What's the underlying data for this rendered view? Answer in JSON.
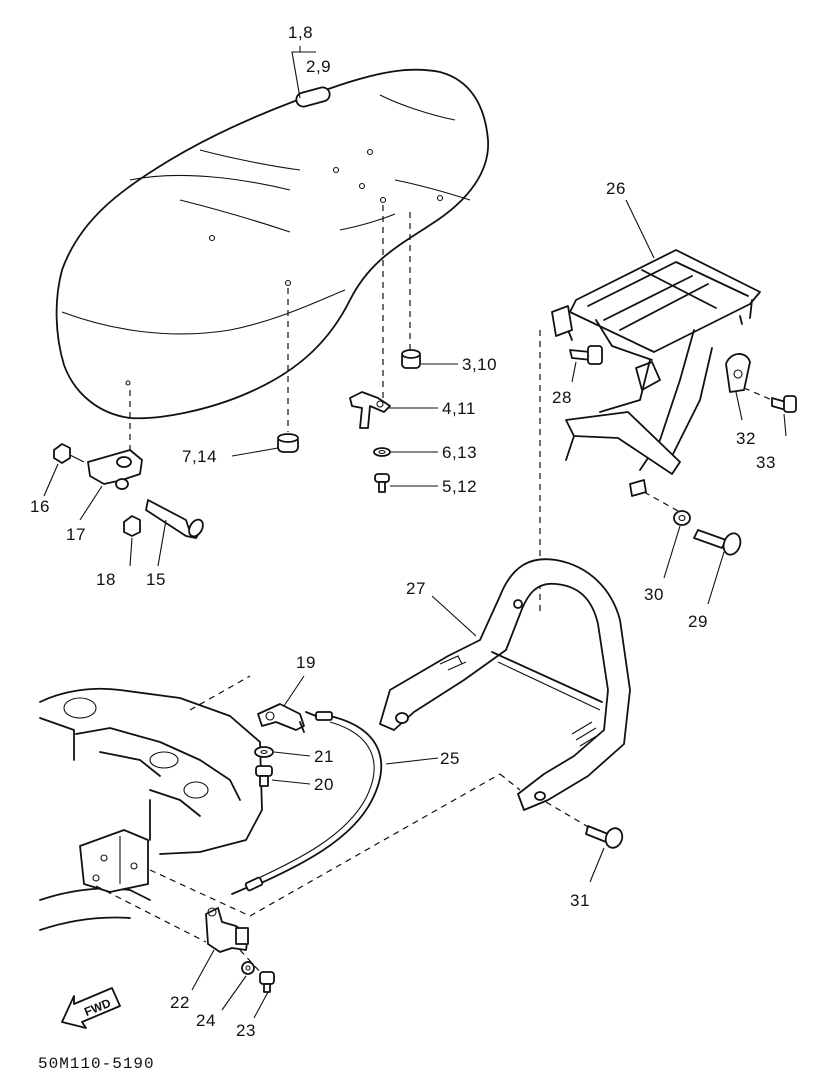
{
  "labels": {
    "l_1_8": "1,8",
    "l_2_9": "2,9",
    "l_3_10": "3,10",
    "l_4_11": "4,11",
    "l_6_13": "6,13",
    "l_5_12": "5,12",
    "l_7_14": "7,14",
    "l_16": "16",
    "l_17": "17",
    "l_18": "18",
    "l_15": "15",
    "l_26": "26",
    "l_28": "28",
    "l_32": "32",
    "l_33": "33",
    "l_30": "30",
    "l_29": "29",
    "l_27": "27",
    "l_19": "19",
    "l_21": "21",
    "l_20": "20",
    "l_25": "25",
    "l_31": "31",
    "l_22": "22",
    "l_24": "24",
    "l_23": "23"
  },
  "fwd_arrow": "FWD",
  "diagram_code": "50M110-5190"
}
